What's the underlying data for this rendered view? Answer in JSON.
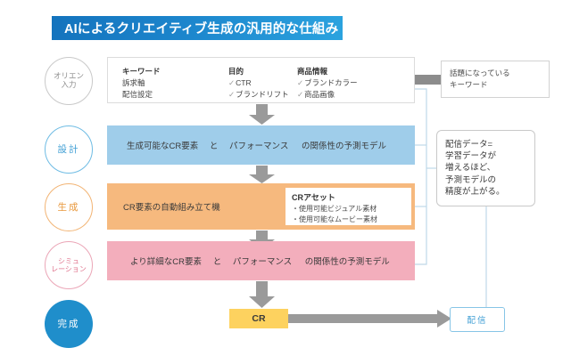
{
  "title": "AIによるクリエイティブ生成の汎用的な仕組み",
  "colors": {
    "title_bar": "#1c85cc",
    "stage_design": "#3f9ed4",
    "stage_generate": "#e8983c",
    "stage_simulate": "#e0758e",
    "stage_complete": "#1f8ecb",
    "band_blue": "#9fcdea",
    "band_orange": "#f6b97e",
    "band_pink": "#f3aebc",
    "cr_yellow": "#fdd25f",
    "arrow_gray": "#9a9a9a"
  },
  "stages": [
    {
      "id": "orientation",
      "label_lines": [
        "オリエン",
        "入力"
      ]
    },
    {
      "id": "design",
      "label_lines": [
        "設計"
      ]
    },
    {
      "id": "generation",
      "label_lines": [
        "生成"
      ]
    },
    {
      "id": "simulation",
      "label_lines": [
        "シミュ",
        "レーション"
      ]
    },
    {
      "id": "completion",
      "label_lines": [
        "完成"
      ]
    }
  ],
  "orientation_row": {
    "columns": [
      {
        "heading": "キーワード",
        "items": [
          "訴求軸",
          "配信設定"
        ],
        "check": false
      },
      {
        "heading": "目的",
        "items": [
          "CTR",
          "ブランドリフト"
        ],
        "check": true
      },
      {
        "heading": "商品情報",
        "items": [
          "ブランドカラー",
          "商品画像"
        ],
        "check": true
      }
    ],
    "check_mark": "✓"
  },
  "design_row": {
    "part1": "生成可能なCR要素",
    "connector": "と",
    "part2": "パフォーマンス",
    "part3": "の関係性の予測モデル"
  },
  "generation_row": {
    "label": "CR要素の自動組み立て機",
    "asset_card": {
      "heading": "CRアセット",
      "items": [
        "・使用可能ビジュアル素材",
        "・使用可能なムービー素材"
      ]
    }
  },
  "simulation_row": {
    "part1": "より詳細なCR要素",
    "connector": "と",
    "part2": "パフォーマンス",
    "part3": "の関係性の予測モデル"
  },
  "trending_box": {
    "lines": [
      "話題になっている",
      "キーワード"
    ]
  },
  "callout_box": {
    "lines": [
      "配信データ=",
      "学習データが",
      "増えるほど、",
      "予測モデルの",
      "精度が上がる。"
    ]
  },
  "output": {
    "cr_label": "CR",
    "delivery_label": "配信"
  }
}
